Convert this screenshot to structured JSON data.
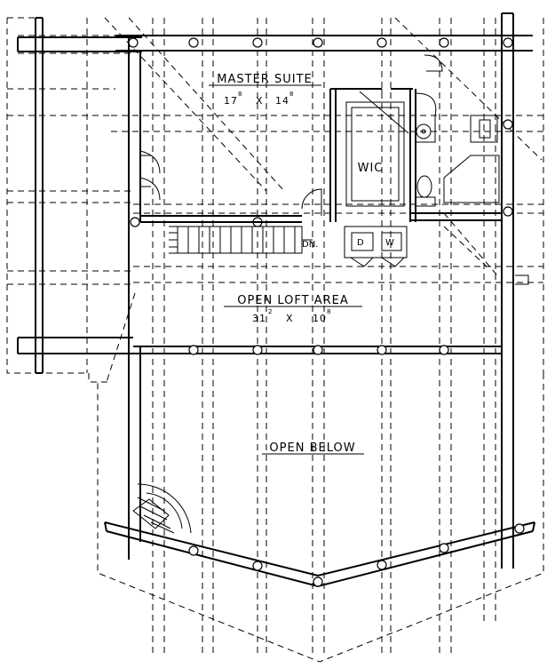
{
  "rooms": {
    "master_suite": {
      "name": "MASTER SUITE",
      "w_ft": "17",
      "w_in": "8",
      "by": "X",
      "d_ft": "14",
      "d_in": "8"
    },
    "open_loft": {
      "name": "OPEN LOFT AREA",
      "w_ft": "31",
      "w_in": "2",
      "by": "X",
      "d_ft": "10",
      "d_in": "8"
    },
    "open_below": {
      "name": "OPEN BELOW"
    },
    "wic": {
      "name": "WIC"
    }
  },
  "annotations": {
    "stair_dn": "DN.",
    "appliance_d": "D",
    "appliance_w": "W"
  }
}
